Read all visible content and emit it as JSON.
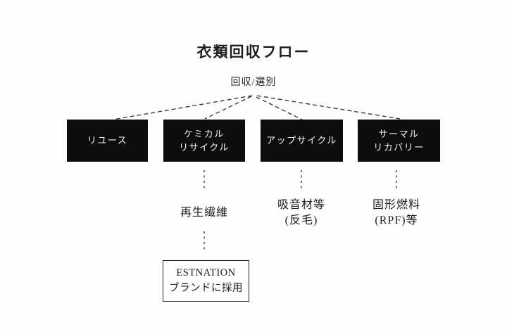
{
  "title": "衣類回収フロー",
  "root_label": "回収/選別",
  "nodes": [
    {
      "label": "リユース"
    },
    {
      "label": "ケミカル\nリサイクル"
    },
    {
      "label": "アップサイクル"
    },
    {
      "label": "サーマル\nリカバリー"
    }
  ],
  "outputs": [
    {
      "label": "再生繊維"
    },
    {
      "label": "吸音材等\n(反毛)"
    },
    {
      "label": "固形燃料\n(RPF)等"
    }
  ],
  "result_box": {
    "label": "ESTNATION\nブランドに採用"
  },
  "colors": {
    "background": "#fdfdfd",
    "text": "#1e1e1e",
    "node_bg": "#0d0d0d",
    "node_text": "#f4f4f4",
    "connector": "#2e2e2e",
    "result_border": "#222222"
  }
}
